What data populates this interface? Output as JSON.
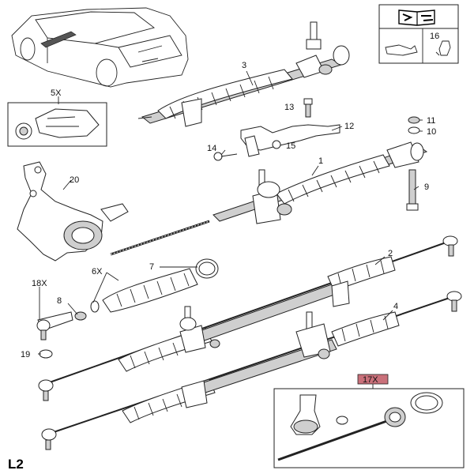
{
  "page_code": "L2",
  "callouts": {
    "c1": "1",
    "c2": "2",
    "c3": "3",
    "c4": "4",
    "c5": "5X",
    "c6": "6X",
    "c7": "7",
    "c8": "8",
    "c9": "9",
    "c10": "10",
    "c11": "11",
    "c12": "12",
    "c13": "13",
    "c14": "14",
    "c15": "15",
    "c16": "16",
    "c17": "17X",
    "c18": "18X",
    "c19": "19",
    "c20": "20"
  },
  "colors": {
    "highlight_fill": "#c9707a",
    "line": "#222222",
    "part_fill": "#ffffff"
  },
  "icons": [
    "service-manual-icon",
    "car-location-icon",
    "grease-icon"
  ]
}
